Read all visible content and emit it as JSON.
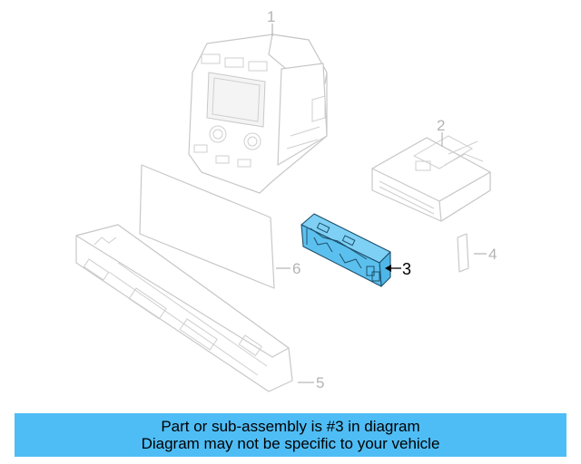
{
  "diagram": {
    "highlight_color": "#4fbdf5",
    "highlighted_part": "3",
    "callouts": [
      {
        "id": "1",
        "label": "1"
      },
      {
        "id": "2",
        "label": "2"
      },
      {
        "id": "3",
        "label": "3"
      },
      {
        "id": "4",
        "label": "4"
      },
      {
        "id": "5",
        "label": "5"
      },
      {
        "id": "6",
        "label": "6"
      }
    ]
  },
  "banner": {
    "line1": "Part or sub-assembly is #3 in diagram",
    "line2": "Diagram may not be specific to your vehicle",
    "background": "#4fbdf5"
  }
}
